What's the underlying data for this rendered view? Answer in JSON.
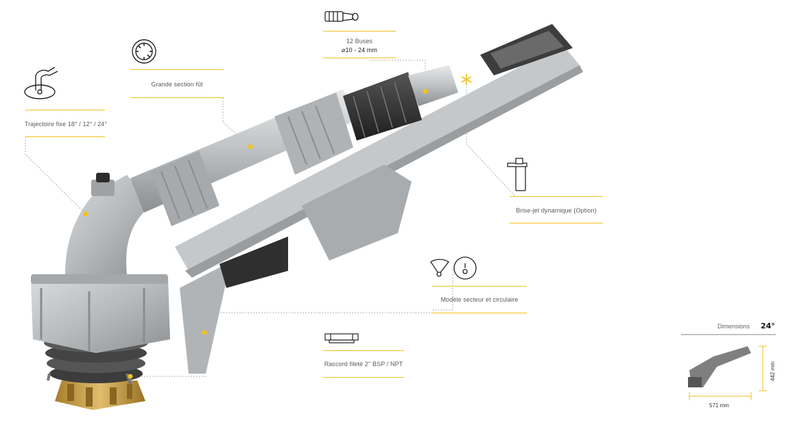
{
  "callouts": {
    "trajectory": {
      "label": "Trajectoire fixe 18° / 12° / 24°",
      "icon": "mount-flange-icon"
    },
    "barrel": {
      "label": "Grande section fût",
      "icon": "barrel-section-icon"
    },
    "nozzles": {
      "label_line1": "12 Buses",
      "label_line2": "⌀10 - 24 mm",
      "icon": "nozzle-icon"
    },
    "breaker": {
      "label": "Brise-jet dynamique (Option)",
      "icon": "jet-breaker-icon"
    },
    "model": {
      "label": "Modèle secteur et circulaire",
      "icon_sector": "sector-icon",
      "icon_circular": "circular-icon"
    },
    "fitting": {
      "label": "Raccord fileté 2'' BSP / NPT",
      "icon": "threaded-fitting-icon"
    }
  },
  "dimensions": {
    "title": "Dimensions",
    "angle": "24°",
    "height": "442 mm",
    "width": "571 mm"
  },
  "colors": {
    "accent": "#f3c11d",
    "body_grey": "#b9bcbe",
    "dark": "#2e2e2e",
    "brass": "#c9a04a",
    "dotted": "#9a9a9a"
  }
}
